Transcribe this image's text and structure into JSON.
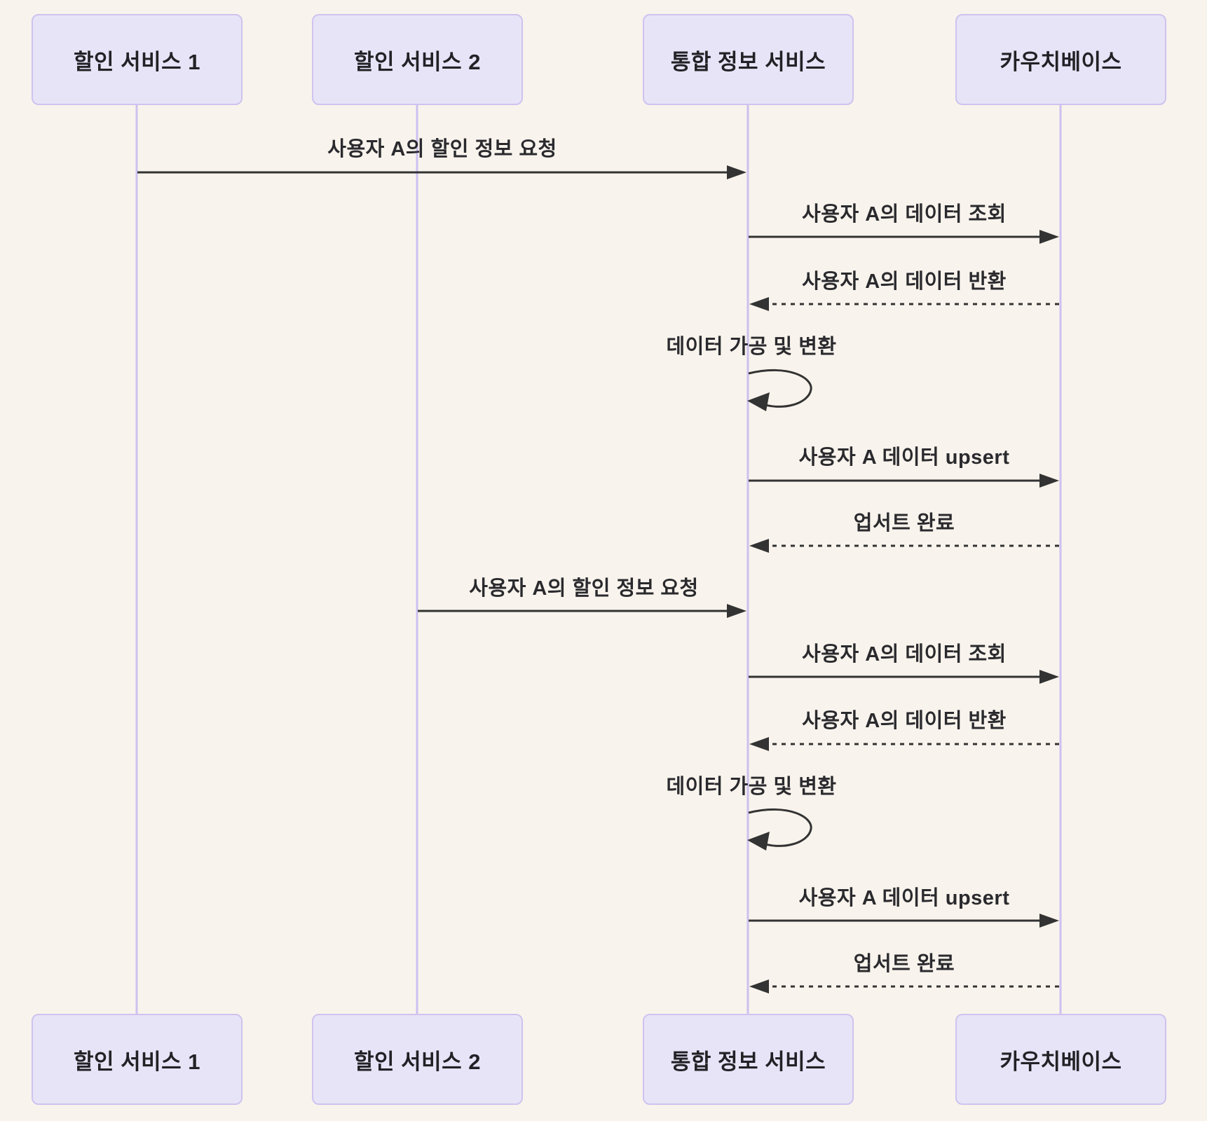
{
  "diagram": {
    "type": "sequence-diagram",
    "participants": [
      {
        "id": "discount-service-1",
        "label": "할인 서비스 1"
      },
      {
        "id": "discount-service-2",
        "label": "할인 서비스 2"
      },
      {
        "id": "integrated-info-service",
        "label": "통합 정보 서비스"
      },
      {
        "id": "couchbase",
        "label": "카우치베이스"
      }
    ],
    "messages": [
      {
        "seq": 1,
        "from": "할인 서비스 1",
        "to": "통합 정보 서비스",
        "line": "solid",
        "text": "사용자 A의 할인 정보 요청"
      },
      {
        "seq": 2,
        "from": "통합 정보 서비스",
        "to": "카우치베이스",
        "line": "solid",
        "text": "사용자 A의 데이터 조회"
      },
      {
        "seq": 3,
        "from": "카우치베이스",
        "to": "통합 정보 서비스",
        "line": "dashed",
        "text": "사용자 A의 데이터 반환"
      },
      {
        "seq": 4,
        "from": "통합 정보 서비스",
        "to": "통합 정보 서비스",
        "line": "self",
        "text": "데이터 가공 및 변환"
      },
      {
        "seq": 5,
        "from": "통합 정보 서비스",
        "to": "카우치베이스",
        "line": "solid",
        "text": "사용자 A 데이터 upsert"
      },
      {
        "seq": 6,
        "from": "카우치베이스",
        "to": "통합 정보 서비스",
        "line": "dashed",
        "text": "업서트 완료"
      },
      {
        "seq": 7,
        "from": "할인 서비스 2",
        "to": "통합 정보 서비스",
        "line": "solid",
        "text": "사용자 A의 할인 정보 요청"
      },
      {
        "seq": 8,
        "from": "통합 정보 서비스",
        "to": "카우치베이스",
        "line": "solid",
        "text": "사용자 A의 데이터 조회"
      },
      {
        "seq": 9,
        "from": "카우치베이스",
        "to": "통합 정보 서비스",
        "line": "dashed",
        "text": "사용자 A의 데이터 반환"
      },
      {
        "seq": 10,
        "from": "통합 정보 서비스",
        "to": "통합 정보 서비스",
        "line": "self",
        "text": "데이터 가공 및 변환"
      },
      {
        "seq": 11,
        "from": "통합 정보 서비스",
        "to": "카우치베이스",
        "line": "solid",
        "text": "사용자 A 데이터 upsert"
      },
      {
        "seq": 12,
        "from": "카우치베이스",
        "to": "통합 정보 서비스",
        "line": "dashed",
        "text": "업서트 완료"
      }
    ],
    "colors": {
      "background": "#f8f3ec",
      "actor_fill": "#e8e4f8",
      "actor_border": "#cfc3ef",
      "lifeline": "#ccc1f0",
      "arrow": "#333333",
      "text": "#2a2a2e"
    }
  }
}
